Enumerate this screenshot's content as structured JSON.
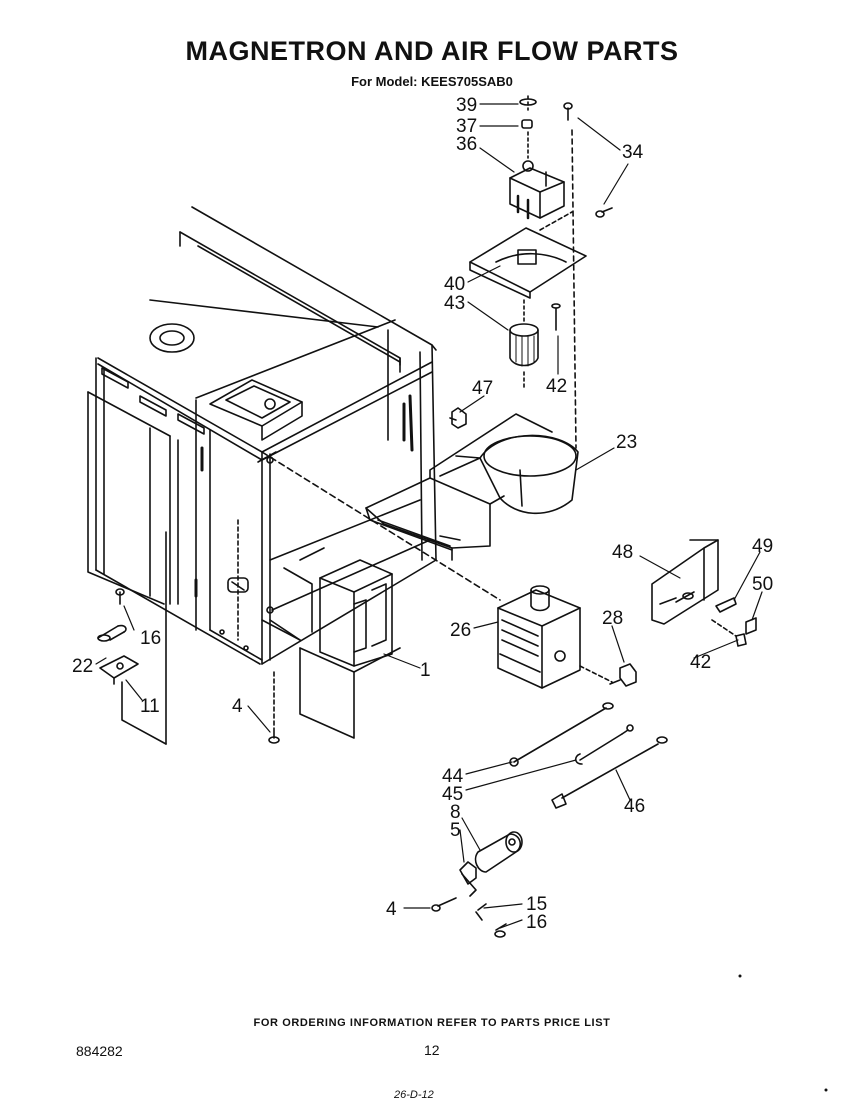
{
  "title": "MAGNETRON AND AIR FLOW PARTS",
  "subtitle": "For Model: KEES705SAB0",
  "callouts": {
    "c39": "39",
    "c37": "37",
    "c36": "36",
    "c34": "34",
    "c40": "40",
    "c43": "43",
    "c42a": "42",
    "c47": "47",
    "c23": "23",
    "c48": "48",
    "c49": "49",
    "c50": "50",
    "c26": "26",
    "c28": "28",
    "c42b": "42",
    "c1": "1",
    "c16a": "16",
    "c22": "22",
    "c11": "11",
    "c4a": "4",
    "c44": "44",
    "c45": "45",
    "c46": "46",
    "c8": "8",
    "c5": "5",
    "c4b": "4",
    "c15": "15",
    "c16b": "16"
  },
  "footer": {
    "note": "FOR ORDERING INFORMATION REFER TO PARTS PRICE LIST",
    "doc_number": "884282",
    "page_number": "12",
    "date_stamp": "26-D-12"
  }
}
